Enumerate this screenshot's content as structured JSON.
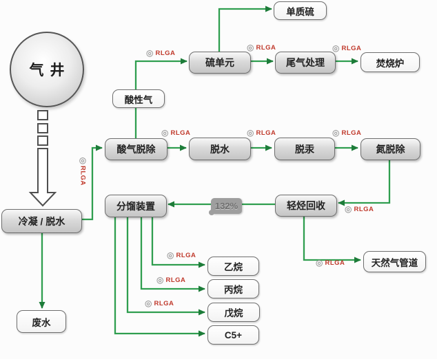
{
  "nodes": {
    "gas_well": "气井",
    "condensation": "冷凝 / 脱水",
    "waste_water": "废水",
    "acid_gas": "酸性气",
    "acid_gas_removal": "酸气脱除",
    "dehydration": "脱水",
    "mercury_removal": "脱汞",
    "nitrogen_removal": "氮脱除",
    "sulfur_unit": "硫单元",
    "elemental_sulfur": "单质硫",
    "tail_gas_treatment": "尾气处理",
    "incinerator": "焚烧炉",
    "fractionation_unit": "分馏装置",
    "light_hc_recovery": "轻烃回收",
    "gas_pipeline": "天然气管道",
    "ethane": "乙烷",
    "propane": "丙烷",
    "pentane": "戊烷",
    "c5_plus": "C5+"
  },
  "labels": {
    "analyzer": "RLGA",
    "analyzer_icon": "◎",
    "badge": "132%"
  },
  "edges": [
    {
      "from": "gas_well",
      "to": "condensation"
    },
    {
      "from": "condensation",
      "to": "waste_water"
    },
    {
      "from": "condensation",
      "to": "acid_gas_removal"
    },
    {
      "from": "acid_gas_removal",
      "to": "acid_gas"
    },
    {
      "from": "acid_gas",
      "to": "sulfur_unit"
    },
    {
      "from": "sulfur_unit",
      "to": "elemental_sulfur"
    },
    {
      "from": "sulfur_unit",
      "to": "tail_gas_treatment"
    },
    {
      "from": "tail_gas_treatment",
      "to": "incinerator"
    },
    {
      "from": "acid_gas_removal",
      "to": "dehydration"
    },
    {
      "from": "dehydration",
      "to": "mercury_removal"
    },
    {
      "from": "mercury_removal",
      "to": "nitrogen_removal"
    },
    {
      "from": "nitrogen_removal",
      "to": "light_hc_recovery"
    },
    {
      "from": "light_hc_recovery",
      "to": "fractionation_unit"
    },
    {
      "from": "light_hc_recovery",
      "to": "gas_pipeline"
    },
    {
      "from": "fractionation_unit",
      "to": "ethane"
    },
    {
      "from": "fractionation_unit",
      "to": "propane"
    },
    {
      "from": "fractionation_unit",
      "to": "pentane"
    },
    {
      "from": "fractionation_unit",
      "to": "c5_plus"
    }
  ],
  "colors": {
    "flow_line": "#2f9e4f",
    "flow_arrow": "#1d7c39",
    "analyzer_text": "#c0392b",
    "badge_bg": "#9e9e9e"
  }
}
